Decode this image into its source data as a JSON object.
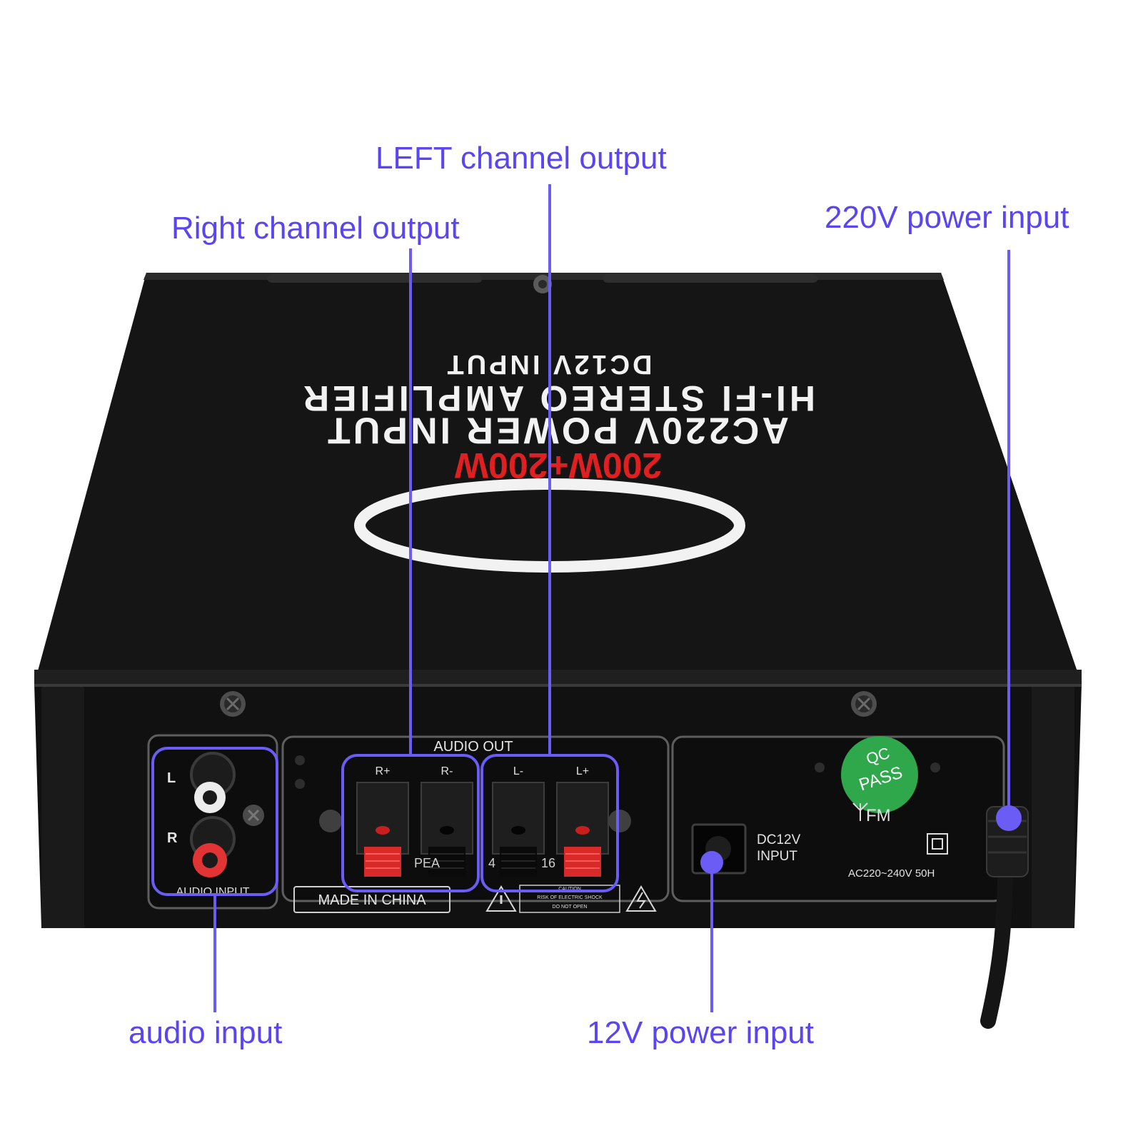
{
  "colors": {
    "callout": "#5a46f0",
    "chassis": "#141414",
    "chassis_edge": "#2c2c2c",
    "top_print": "#f2f2f2",
    "wattage_print": "#e02020",
    "qc_badge": "#2ea84a"
  },
  "callouts": {
    "left_channel_output": "LEFT channel output",
    "right_channel_output": "Right channel output",
    "power_220v_input": "220V power input",
    "audio_input": "audio input",
    "power_12v_input": "12V power input"
  },
  "top_panel": {
    "wattage": "200W+200W",
    "line1": "AC220V POWER INPUT",
    "line2": "HI-FI STEREO AMPLIFIER",
    "line3": "DC12V INPUT"
  },
  "rear_panel": {
    "audio_out_label": "AUDIO OUT",
    "terminal_labels": [
      "R+",
      "R-",
      "L-",
      "L+"
    ],
    "rca_left": "L",
    "rca_right": "R",
    "audio_input_label": "AUDIO INPUT",
    "made_in": "MADE IN CHINA",
    "speaker_fragment": "PEA",
    "impedance_fragment": "4",
    "impedance_fragment_2": "16",
    "caution_title": "CAUTION",
    "caution_line1": "RISK OF ELECTRIC SHOCK",
    "caution_line2": "DO NOT OPEN",
    "dc_label_1": "DC12V",
    "dc_label_2": "INPUT",
    "qc_line1": "QC",
    "qc_line2": "PASS",
    "fm_label": "FM",
    "ac_rating": "AC220~240V 50H"
  }
}
